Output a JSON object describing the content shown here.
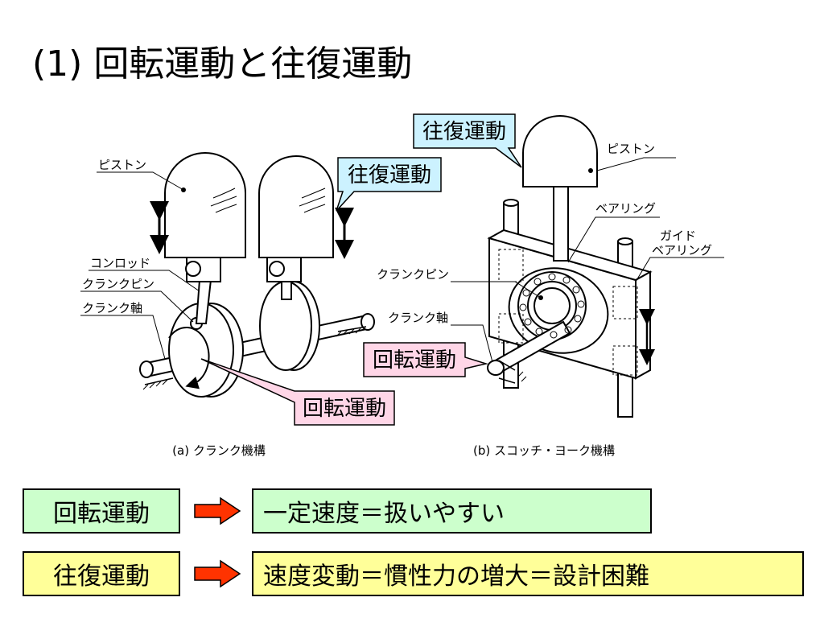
{
  "title": "(1) 回転運動と往復運動",
  "diagram_a": {
    "piston": "ピストン",
    "conrod": "コンロッド",
    "crankpin": "クランクピン",
    "crankshaft": "クランク軸",
    "reciprocating_callout": "往復運動",
    "rotary_callout": "回転運動",
    "caption": "(a) クランク機構"
  },
  "diagram_b": {
    "reciprocating_callout": "往復運動",
    "piston": "ピストン",
    "bearing": "ベアリング",
    "guide_bearing_line1": "ガイド",
    "guide_bearing_line2": "ベアリング",
    "crankpin": "クランクピン",
    "crankshaft": "クランク軸",
    "rotary_callout": "回転運動",
    "caption": "(b) スコッチ・ヨーク機構"
  },
  "comparison": [
    {
      "label": "回転運動",
      "description": "一定速度＝扱いやすい",
      "color": "#ccffcc"
    },
    {
      "label": "往復運動",
      "description": "速度変動＝慣性力の増大＝設計困難",
      "color": "#ffff99"
    }
  ],
  "colors": {
    "callout_blue": "#ccf2ff",
    "callout_pink": "#ffd6e7",
    "arrow_red": "#ff3300"
  }
}
